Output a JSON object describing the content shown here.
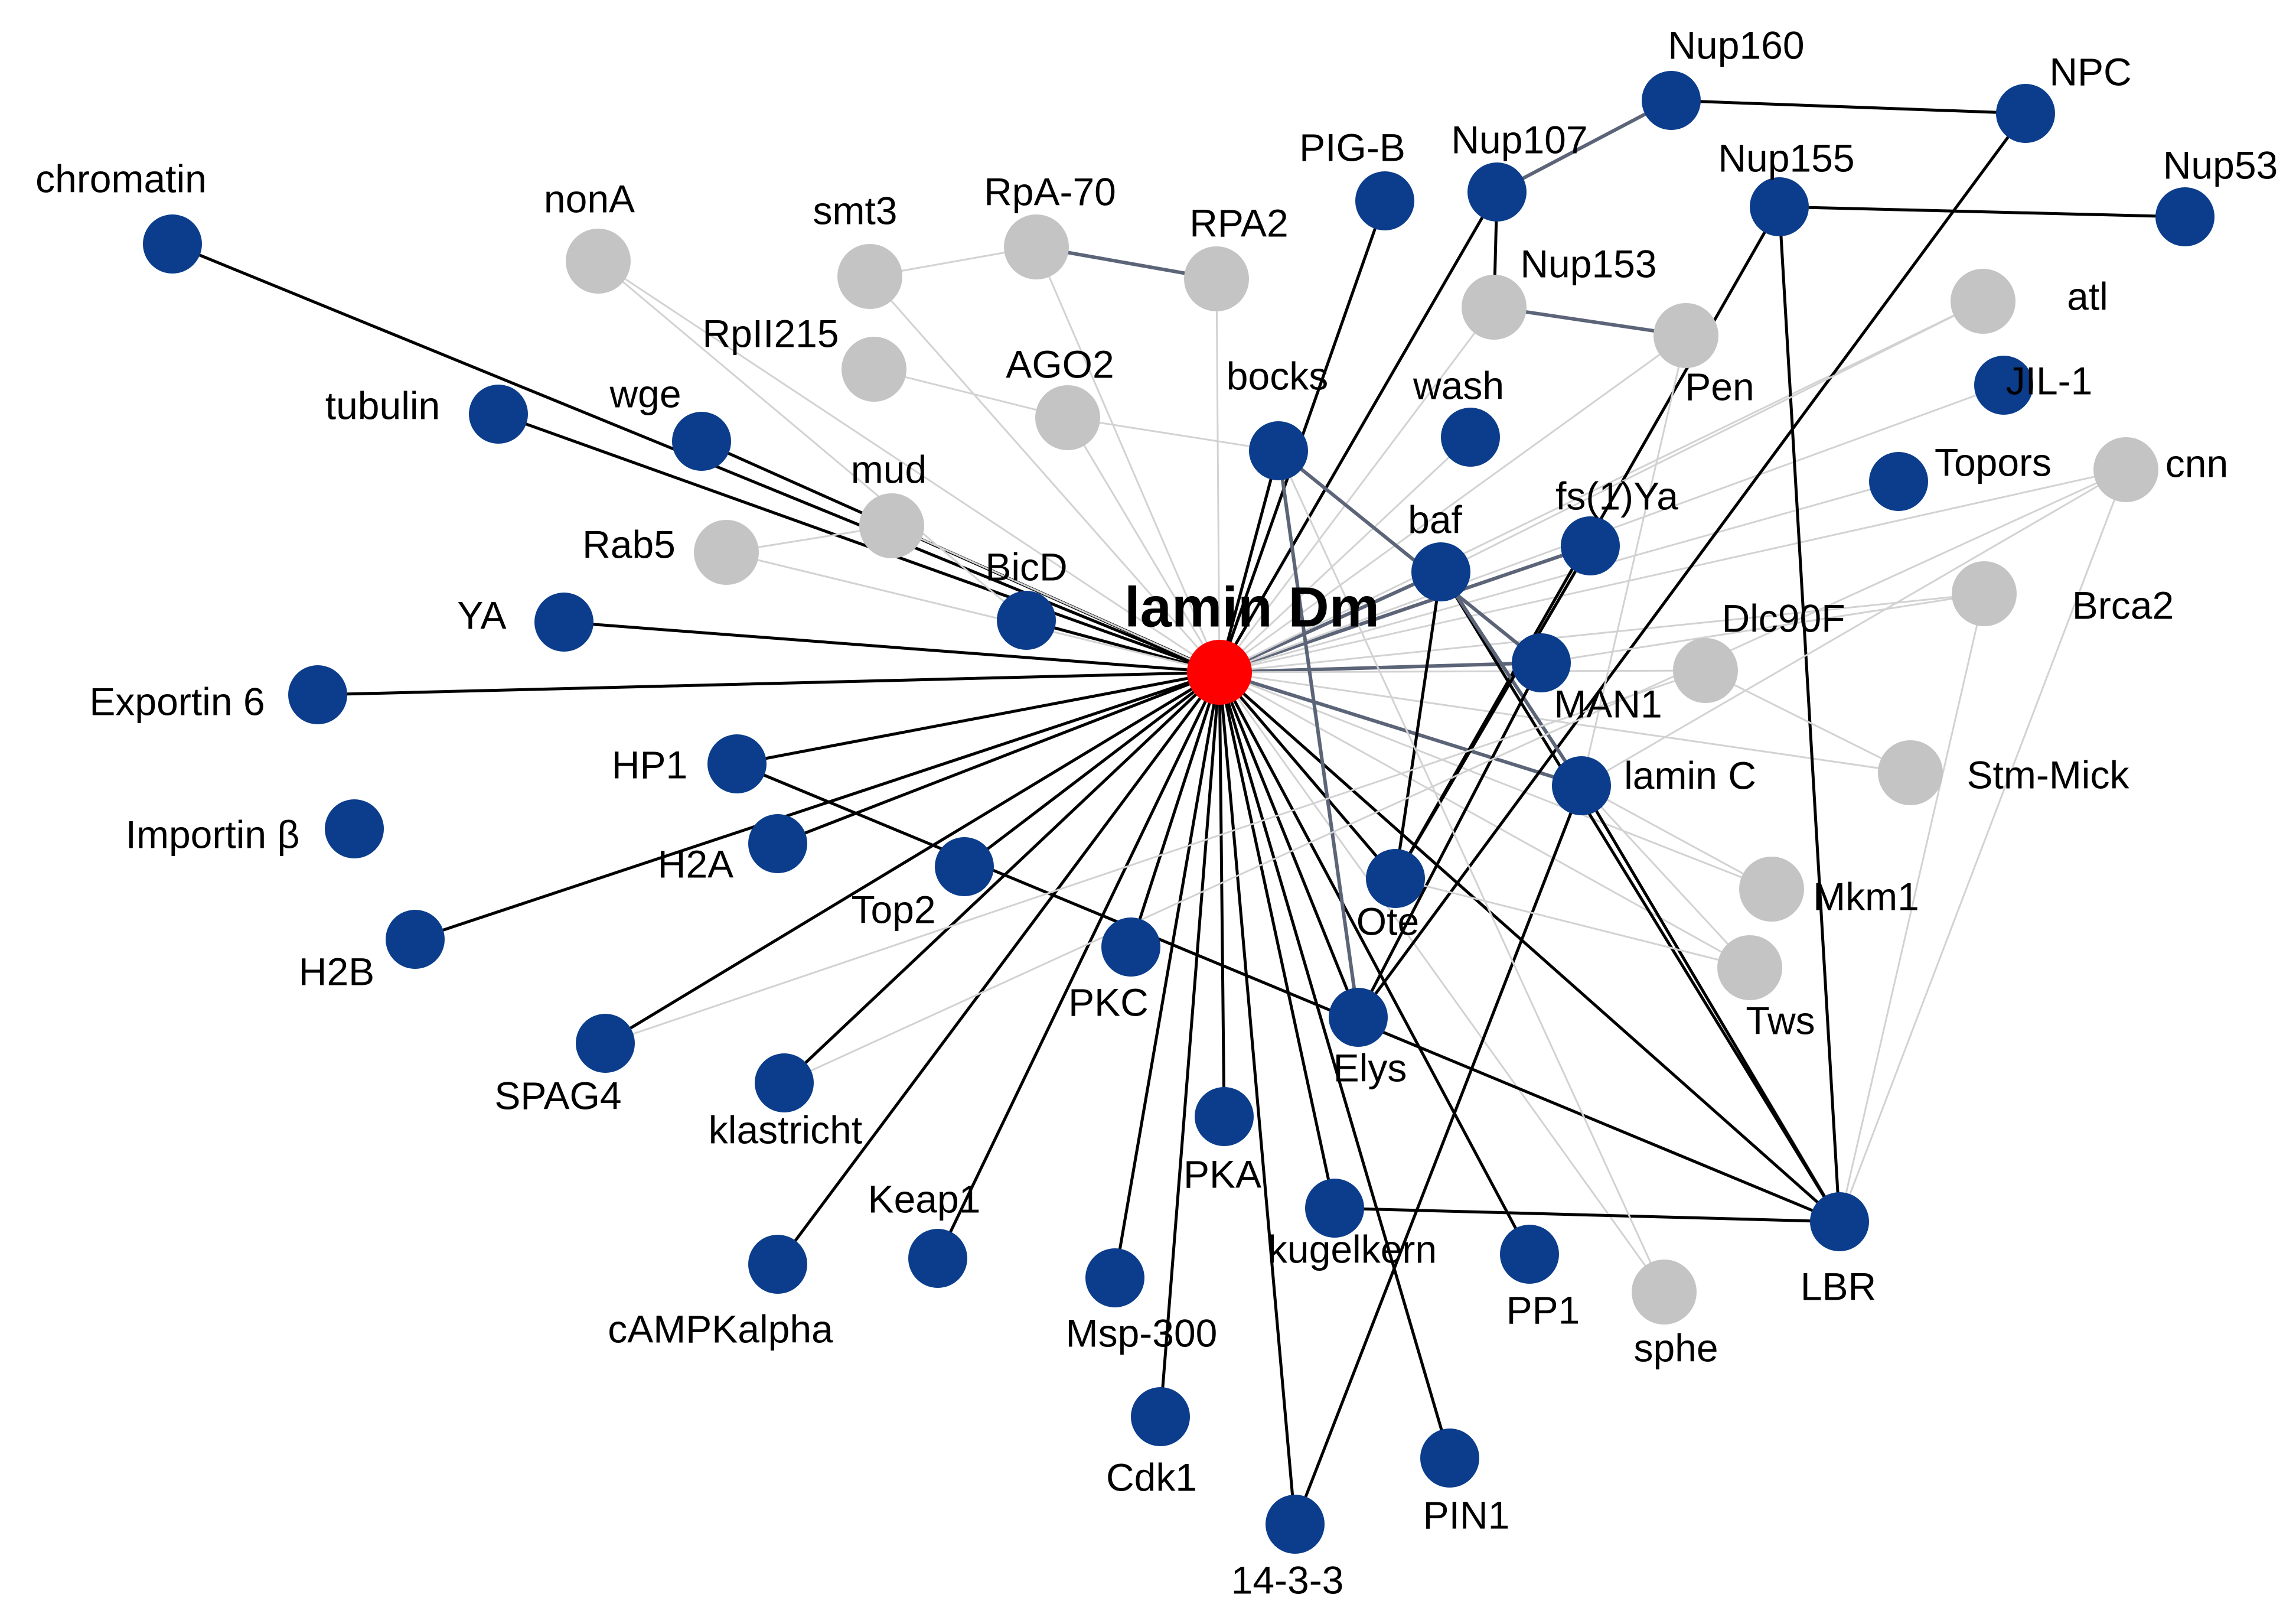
{
  "colors": {
    "center": "#ff0000",
    "primary": "#0b3d8c",
    "secondary": "#c4c4c4",
    "edge_strong": "#000000",
    "edge_medium": "#5c6478",
    "edge_weak": "#d2d2d2"
  },
  "nodes": [
    {
      "id": "lamin_dm",
      "label": "lamin Dm",
      "kind": "center"
    },
    {
      "id": "chromatin",
      "label": "chromatin",
      "kind": "primary"
    },
    {
      "id": "tubulin",
      "label": "tubulin",
      "kind": "primary"
    },
    {
      "id": "wge",
      "label": "wge",
      "kind": "primary"
    },
    {
      "id": "ya",
      "label": "YA",
      "kind": "primary"
    },
    {
      "id": "exportin6",
      "label": "Exportin 6",
      "kind": "primary"
    },
    {
      "id": "hp1",
      "label": "HP1",
      "kind": "primary"
    },
    {
      "id": "importin_b",
      "label": "Importin β",
      "kind": "primary"
    },
    {
      "id": "h2a",
      "label": "H2A",
      "kind": "primary"
    },
    {
      "id": "h2b",
      "label": "H2B",
      "kind": "primary"
    },
    {
      "id": "top2",
      "label": "Top2",
      "kind": "primary"
    },
    {
      "id": "spag4",
      "label": "SPAG4",
      "kind": "primary"
    },
    {
      "id": "klastricht",
      "label": "klastricht",
      "kind": "primary"
    },
    {
      "id": "pkc",
      "label": "PKC",
      "kind": "primary"
    },
    {
      "id": "keap1",
      "label": "Keap1",
      "kind": "primary"
    },
    {
      "id": "campkalpha",
      "label": "cAMPKalpha",
      "kind": "primary"
    },
    {
      "id": "msp300",
      "label": "Msp-300",
      "kind": "primary"
    },
    {
      "id": "cdk1",
      "label": "Cdk1",
      "kind": "primary"
    },
    {
      "id": "pka",
      "label": "PKA",
      "kind": "primary"
    },
    {
      "id": "p1433",
      "label": "14-3-3",
      "kind": "primary"
    },
    {
      "id": "kugelkern",
      "label": "kugelkern",
      "kind": "primary"
    },
    {
      "id": "pin1",
      "label": "PIN1",
      "kind": "primary"
    },
    {
      "id": "pp1",
      "label": "PP1",
      "kind": "primary"
    },
    {
      "id": "elys",
      "label": "Elys",
      "kind": "primary"
    },
    {
      "id": "ote",
      "label": "Ote",
      "kind": "primary"
    },
    {
      "id": "lbr",
      "label": "LBR",
      "kind": "primary"
    },
    {
      "id": "laminc",
      "label": "lamin C",
      "kind": "primary"
    },
    {
      "id": "man1",
      "label": "MAN1",
      "kind": "primary"
    },
    {
      "id": "baf",
      "label": "baf",
      "kind": "primary"
    },
    {
      "id": "fs1ya",
      "label": "fs(1)Ya",
      "kind": "primary"
    },
    {
      "id": "bicd",
      "label": "BicD",
      "kind": "primary"
    },
    {
      "id": "bocks",
      "label": "bocks",
      "kind": "primary"
    },
    {
      "id": "wash",
      "label": "wash",
      "kind": "primary"
    },
    {
      "id": "pigb",
      "label": "PIG-B",
      "kind": "primary"
    },
    {
      "id": "nup107",
      "label": "Nup107",
      "kind": "primary"
    },
    {
      "id": "nup160",
      "label": "Nup160",
      "kind": "primary"
    },
    {
      "id": "npc",
      "label": "NPC",
      "kind": "primary"
    },
    {
      "id": "nup155",
      "label": "Nup155",
      "kind": "primary"
    },
    {
      "id": "nup53",
      "label": "Nup53",
      "kind": "primary"
    },
    {
      "id": "jil1",
      "label": "JIL-1",
      "kind": "primary"
    },
    {
      "id": "topors",
      "label": "Topors",
      "kind": "primary"
    },
    {
      "id": "nona",
      "label": "nonA",
      "kind": "secondary"
    },
    {
      "id": "smt3",
      "label": "smt3",
      "kind": "secondary"
    },
    {
      "id": "rpa70",
      "label": "RpA-70",
      "kind": "secondary"
    },
    {
      "id": "rpa2",
      "label": "RPA2",
      "kind": "secondary"
    },
    {
      "id": "rpii215",
      "label": "RpII215",
      "kind": "secondary"
    },
    {
      "id": "ago2",
      "label": "AGO2",
      "kind": "secondary"
    },
    {
      "id": "mud",
      "label": "mud",
      "kind": "secondary"
    },
    {
      "id": "rab5",
      "label": "Rab5",
      "kind": "secondary"
    },
    {
      "id": "nup153",
      "label": "Nup153",
      "kind": "secondary"
    },
    {
      "id": "pen",
      "label": "Pen",
      "kind": "secondary"
    },
    {
      "id": "atl",
      "label": "atl",
      "kind": "secondary"
    },
    {
      "id": "cnn",
      "label": "cnn",
      "kind": "secondary"
    },
    {
      "id": "brca2",
      "label": "Brca2",
      "kind": "secondary"
    },
    {
      "id": "dlc90f",
      "label": "Dlc90F",
      "kind": "secondary"
    },
    {
      "id": "stmmick",
      "label": "Stm-Mick",
      "kind": "secondary"
    },
    {
      "id": "mkm1",
      "label": "Mkm1",
      "kind": "secondary"
    },
    {
      "id": "tws",
      "label": "Tws",
      "kind": "secondary"
    },
    {
      "id": "sphe",
      "label": "sphe",
      "kind": "secondary"
    }
  ],
  "edges": [
    {
      "from": "lamin_dm",
      "to": "chromatin",
      "strength": "strong"
    },
    {
      "from": "lamin_dm",
      "to": "tubulin",
      "strength": "strong"
    },
    {
      "from": "lamin_dm",
      "to": "wge",
      "strength": "strong"
    },
    {
      "from": "lamin_dm",
      "to": "ya",
      "strength": "strong"
    },
    {
      "from": "lamin_dm",
      "to": "exportin6",
      "strength": "strong"
    },
    {
      "from": "lamin_dm",
      "to": "hp1",
      "strength": "strong"
    },
    {
      "from": "lamin_dm",
      "to": "h2a",
      "strength": "strong"
    },
    {
      "from": "lamin_dm",
      "to": "h2b",
      "strength": "strong"
    },
    {
      "from": "lamin_dm",
      "to": "top2",
      "strength": "strong"
    },
    {
      "from": "lamin_dm",
      "to": "spag4",
      "strength": "strong"
    },
    {
      "from": "lamin_dm",
      "to": "klastricht",
      "strength": "strong"
    },
    {
      "from": "lamin_dm",
      "to": "pkc",
      "strength": "strong"
    },
    {
      "from": "lamin_dm",
      "to": "keap1",
      "strength": "strong"
    },
    {
      "from": "lamin_dm",
      "to": "campkalpha",
      "strength": "strong"
    },
    {
      "from": "lamin_dm",
      "to": "msp300",
      "strength": "strong"
    },
    {
      "from": "lamin_dm",
      "to": "cdk1",
      "strength": "strong"
    },
    {
      "from": "lamin_dm",
      "to": "pka",
      "strength": "strong"
    },
    {
      "from": "lamin_dm",
      "to": "p1433",
      "strength": "strong"
    },
    {
      "from": "lamin_dm",
      "to": "kugelkern",
      "strength": "strong"
    },
    {
      "from": "lamin_dm",
      "to": "pin1",
      "strength": "strong"
    },
    {
      "from": "lamin_dm",
      "to": "pp1",
      "strength": "strong"
    },
    {
      "from": "lamin_dm",
      "to": "elys",
      "strength": "strong"
    },
    {
      "from": "lamin_dm",
      "to": "ote",
      "strength": "strong"
    },
    {
      "from": "lamin_dm",
      "to": "lbr",
      "strength": "strong"
    },
    {
      "from": "lamin_dm",
      "to": "laminc",
      "strength": "medium"
    },
    {
      "from": "lamin_dm",
      "to": "man1",
      "strength": "medium"
    },
    {
      "from": "lamin_dm",
      "to": "baf",
      "strength": "medium"
    },
    {
      "from": "lamin_dm",
      "to": "fs1ya",
      "strength": "medium"
    },
    {
      "from": "lamin_dm",
      "to": "bicd",
      "strength": "strong"
    },
    {
      "from": "lamin_dm",
      "to": "bocks",
      "strength": "strong"
    },
    {
      "from": "lamin_dm",
      "to": "pigb",
      "strength": "strong"
    },
    {
      "from": "lamin_dm",
      "to": "nup107",
      "strength": "strong"
    },
    {
      "from": "lamin_dm",
      "to": "smt3",
      "strength": "weak"
    },
    {
      "from": "lamin_dm",
      "to": "rpa2",
      "strength": "weak"
    },
    {
      "from": "lamin_dm",
      "to": "rpa70",
      "strength": "weak"
    },
    {
      "from": "lamin_dm",
      "to": "mud",
      "strength": "weak"
    },
    {
      "from": "lamin_dm",
      "to": "ago2",
      "strength": "weak"
    },
    {
      "from": "lamin_dm",
      "to": "nona",
      "strength": "weak"
    },
    {
      "from": "lamin_dm",
      "to": "rab5",
      "strength": "weak"
    },
    {
      "from": "lamin_dm",
      "to": "nup153",
      "strength": "weak"
    },
    {
      "from": "lamin_dm",
      "to": "pen",
      "strength": "weak"
    },
    {
      "from": "lamin_dm",
      "to": "atl",
      "strength": "weak"
    },
    {
      "from": "lamin_dm",
      "to": "cnn",
      "strength": "weak"
    },
    {
      "from": "lamin_dm",
      "to": "brca2",
      "strength": "weak"
    },
    {
      "from": "lamin_dm",
      "to": "dlc90f",
      "strength": "weak"
    },
    {
      "from": "lamin_dm",
      "to": "stmmick",
      "strength": "weak"
    },
    {
      "from": "lamin_dm",
      "to": "mkm1",
      "strength": "weak"
    },
    {
      "from": "lamin_dm",
      "to": "tws",
      "strength": "weak"
    },
    {
      "from": "lamin_dm",
      "to": "sphe",
      "strength": "weak"
    },
    {
      "from": "lamin_dm",
      "to": "wash",
      "strength": "weak"
    },
    {
      "from": "lamin_dm",
      "to": "jil1",
      "strength": "weak"
    },
    {
      "from": "lamin_dm",
      "to": "topors",
      "strength": "weak"
    },
    {
      "from": "nup160",
      "to": "npc",
      "strength": "strong"
    },
    {
      "from": "nup160",
      "to": "nup107",
      "strength": "medium"
    },
    {
      "from": "nup155",
      "to": "nup53",
      "strength": "strong"
    },
    {
      "from": "nup155",
      "to": "lbr",
      "strength": "strong"
    },
    {
      "from": "nup155",
      "to": "ote",
      "strength": "strong"
    },
    {
      "from": "npc",
      "to": "elys",
      "strength": "strong"
    },
    {
      "from": "nup107",
      "to": "nup153",
      "strength": "strong"
    },
    {
      "from": "nup153",
      "to": "pen",
      "strength": "medium"
    },
    {
      "from": "rpa70",
      "to": "rpa2",
      "strength": "medium"
    },
    {
      "from": "hp1",
      "to": "lbr",
      "strength": "strong"
    },
    {
      "from": "kugelkern",
      "to": "lbr",
      "strength": "strong"
    },
    {
      "from": "laminc",
      "to": "p1433",
      "strength": "strong"
    },
    {
      "from": "laminc",
      "to": "lbr",
      "strength": "strong"
    },
    {
      "from": "baf",
      "to": "ote",
      "strength": "strong"
    },
    {
      "from": "baf",
      "to": "lbr",
      "strength": "strong"
    },
    {
      "from": "baf",
      "to": "laminc",
      "strength": "medium"
    },
    {
      "from": "bocks",
      "to": "man1",
      "strength": "medium"
    },
    {
      "from": "bocks",
      "to": "elys",
      "strength": "medium"
    },
    {
      "from": "man1",
      "to": "elys",
      "strength": "strong"
    },
    {
      "from": "fs1ya",
      "to": "ote",
      "strength": "strong"
    },
    {
      "from": "rpii215",
      "to": "ago2",
      "strength": "weak"
    },
    {
      "from": "smt3",
      "to": "rpa70",
      "strength": "weak"
    },
    {
      "from": "rab5",
      "to": "mud",
      "strength": "weak"
    },
    {
      "from": "nona",
      "to": "bicd",
      "strength": "weak"
    },
    {
      "from": "dlc90f",
      "to": "spag4",
      "strength": "weak"
    },
    {
      "from": "dlc90f",
      "to": "stmmick",
      "strength": "weak"
    },
    {
      "from": "cnn",
      "to": "laminc",
      "strength": "weak"
    },
    {
      "from": "cnn",
      "to": "klastricht",
      "strength": "weak"
    },
    {
      "from": "brca2",
      "to": "man1",
      "strength": "weak"
    },
    {
      "from": "brca2",
      "to": "lbr",
      "strength": "weak"
    },
    {
      "from": "atl",
      "to": "baf",
      "strength": "weak"
    },
    {
      "from": "laminc",
      "to": "mkm1",
      "strength": "weak"
    },
    {
      "from": "laminc",
      "to": "tws",
      "strength": "weak"
    },
    {
      "from": "tws",
      "to": "ote",
      "strength": "weak"
    },
    {
      "from": "sphe",
      "to": "bocks",
      "strength": "weak"
    },
    {
      "from": "cnn",
      "to": "lbr",
      "strength": "weak"
    },
    {
      "from": "ago2",
      "to": "bocks",
      "strength": "weak"
    },
    {
      "from": "pen",
      "to": "laminc",
      "strength": "weak"
    }
  ]
}
